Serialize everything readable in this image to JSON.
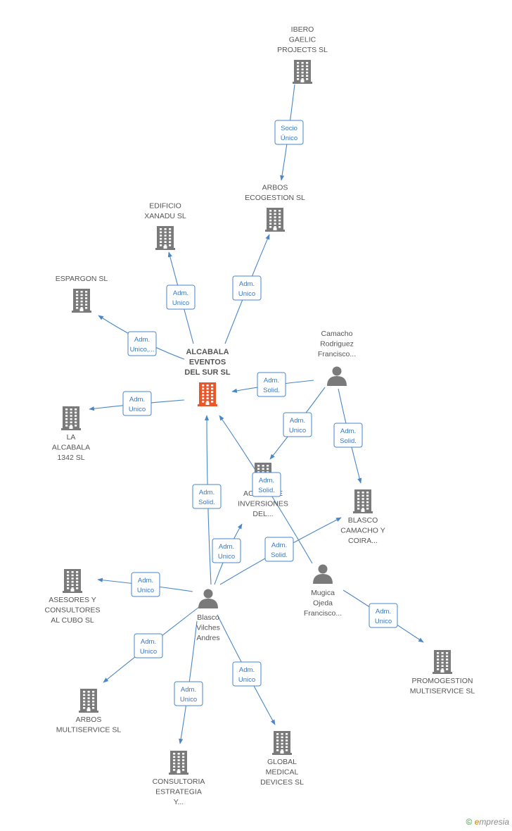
{
  "nodes": [
    {
      "id": "ibero",
      "type": "company",
      "label": [
        "IBERO",
        "GAELIC",
        "PROJECTS  SL"
      ]
    },
    {
      "id": "arbos_eco",
      "type": "company",
      "label": [
        "ARBOS",
        "ECOGESTION SL"
      ]
    },
    {
      "id": "xanadu",
      "type": "company",
      "label": [
        "EDIFICIO",
        "XANADU SL"
      ]
    },
    {
      "id": "espargon",
      "type": "company",
      "label": [
        "ESPARGON SL"
      ]
    },
    {
      "id": "alcabala_ev",
      "type": "company_main",
      "label": [
        "ALCABALA",
        "EVENTOS",
        "DEL SUR SL"
      ]
    },
    {
      "id": "camacho",
      "type": "person",
      "label": [
        "Camacho",
        "Rodriguez",
        "Francisco..."
      ]
    },
    {
      "id": "la_alcabala",
      "type": "company",
      "label": [
        "LA",
        "ALCABALA",
        "1342 SL"
      ]
    },
    {
      "id": "activos",
      "type": "company",
      "label": [
        "ACTIVOS E",
        "INVERSIONES",
        "DEL..."
      ]
    },
    {
      "id": "blasco_camacho",
      "type": "company",
      "label": [
        "BLASCO",
        "CAMACHO Y",
        "COIRA..."
      ]
    },
    {
      "id": "mugica",
      "type": "person",
      "label": [
        "Mugica",
        "Ojeda",
        "Francisco..."
      ]
    },
    {
      "id": "asesores",
      "type": "company",
      "label": [
        "ASESORES Y",
        "CONSULTORES",
        "AL CUBO  SL"
      ]
    },
    {
      "id": "blasco_vilches",
      "type": "person",
      "label": [
        "Blasco",
        "Vilches",
        "Andres"
      ]
    },
    {
      "id": "promogestion",
      "type": "company",
      "label": [
        "PROMOGESTION",
        "MULTISERVICE SL"
      ]
    },
    {
      "id": "arbos_multi",
      "type": "company",
      "label": [
        "ARBOS",
        "MULTISERVICE SL"
      ]
    },
    {
      "id": "global",
      "type": "company",
      "label": [
        "GLOBAL",
        "MEDICAL",
        "DEVICES  SL"
      ]
    },
    {
      "id": "consultoria",
      "type": "company",
      "label": [
        "CONSULTORIA",
        "ESTRATEGIA",
        "Y..."
      ]
    }
  ],
  "edges": [
    {
      "from": "ibero",
      "to": "arbos_eco",
      "label": [
        "Socio",
        "Único"
      ]
    },
    {
      "from": "alcabala_ev",
      "to": "arbos_eco",
      "label": [
        "Adm.",
        "Unico"
      ]
    },
    {
      "from": "alcabala_ev",
      "to": "xanadu",
      "label": [
        "Adm.",
        "Unico"
      ]
    },
    {
      "from": "alcabala_ev",
      "to": "espargon",
      "label": [
        "Adm.",
        "Unico,..."
      ]
    },
    {
      "from": "alcabala_ev",
      "to": "la_alcabala",
      "label": [
        "Adm.",
        "Unico"
      ]
    },
    {
      "from": "camacho",
      "to": "alcabala_ev",
      "label": [
        "Adm.",
        "Solid."
      ]
    },
    {
      "from": "camacho",
      "to": "activos",
      "label": [
        "Adm.",
        "Unico"
      ]
    },
    {
      "from": "camacho",
      "to": "blasco_camacho",
      "label": [
        "Adm.",
        "Solid."
      ]
    },
    {
      "from": "mugica",
      "to": "alcabala_ev",
      "label": [
        "Adm.",
        "Solid."
      ]
    },
    {
      "from": "blasco_vilches",
      "to": "alcabala_ev",
      "label": [
        "Adm.",
        "Solid."
      ]
    },
    {
      "from": "blasco_vilches",
      "to": "activos",
      "label": [
        "Adm.",
        "Unico"
      ]
    },
    {
      "from": "blasco_vilches",
      "to": "blasco_camacho",
      "label": [
        "Adm.",
        "Solid."
      ]
    },
    {
      "from": "blasco_vilches",
      "to": "asesores",
      "label": [
        "Adm.",
        "Unico"
      ]
    },
    {
      "from": "blasco_vilches",
      "to": "arbos_multi",
      "label": [
        "Adm.",
        "Unico"
      ]
    },
    {
      "from": "blasco_vilches",
      "to": "consultoria",
      "label": [
        "Adm.",
        "Unico"
      ]
    },
    {
      "from": "blasco_vilches",
      "to": "global",
      "label": [
        "Adm.",
        "Unico"
      ]
    },
    {
      "from": "mugica",
      "to": "promogestion",
      "label": [
        "Adm.",
        "Unico"
      ]
    }
  ],
  "colors": {
    "company": "#7a7a7a",
    "company_main": "#e8562a",
    "person": "#7a7a7a",
    "edge": "#4a86c8"
  },
  "footer": {
    "copyright": "©",
    "brand_first": "e",
    "brand_rest": "mpresia"
  }
}
